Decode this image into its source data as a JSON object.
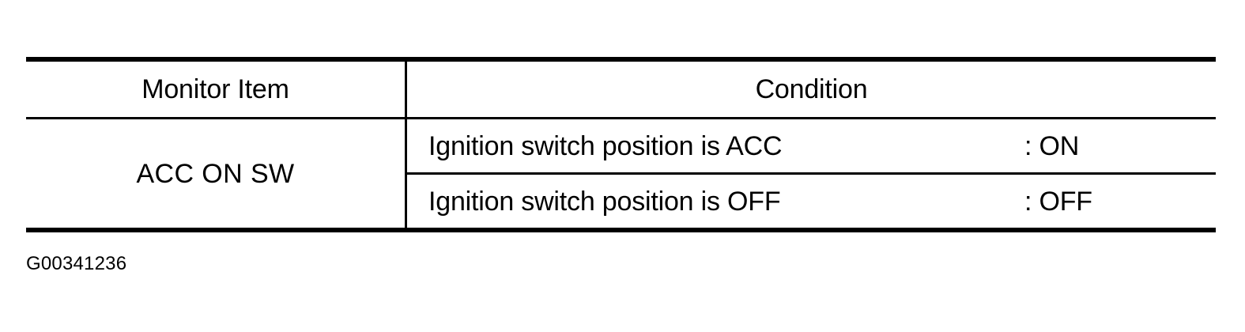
{
  "document": {
    "background_color": "#ffffff",
    "ink_color": "#000000"
  },
  "table": {
    "headers": {
      "monitor_item": "Monitor Item",
      "condition": "Condition"
    },
    "rows": [
      {
        "monitor_item": "ACC ON SW",
        "conditions": [
          {
            "description": "Ignition switch position is ACC",
            "state": ": ON"
          },
          {
            "description": "Ignition switch position is OFF",
            "state": ": OFF"
          }
        ]
      }
    ]
  },
  "caption": {
    "figure_id": "G00341236"
  }
}
